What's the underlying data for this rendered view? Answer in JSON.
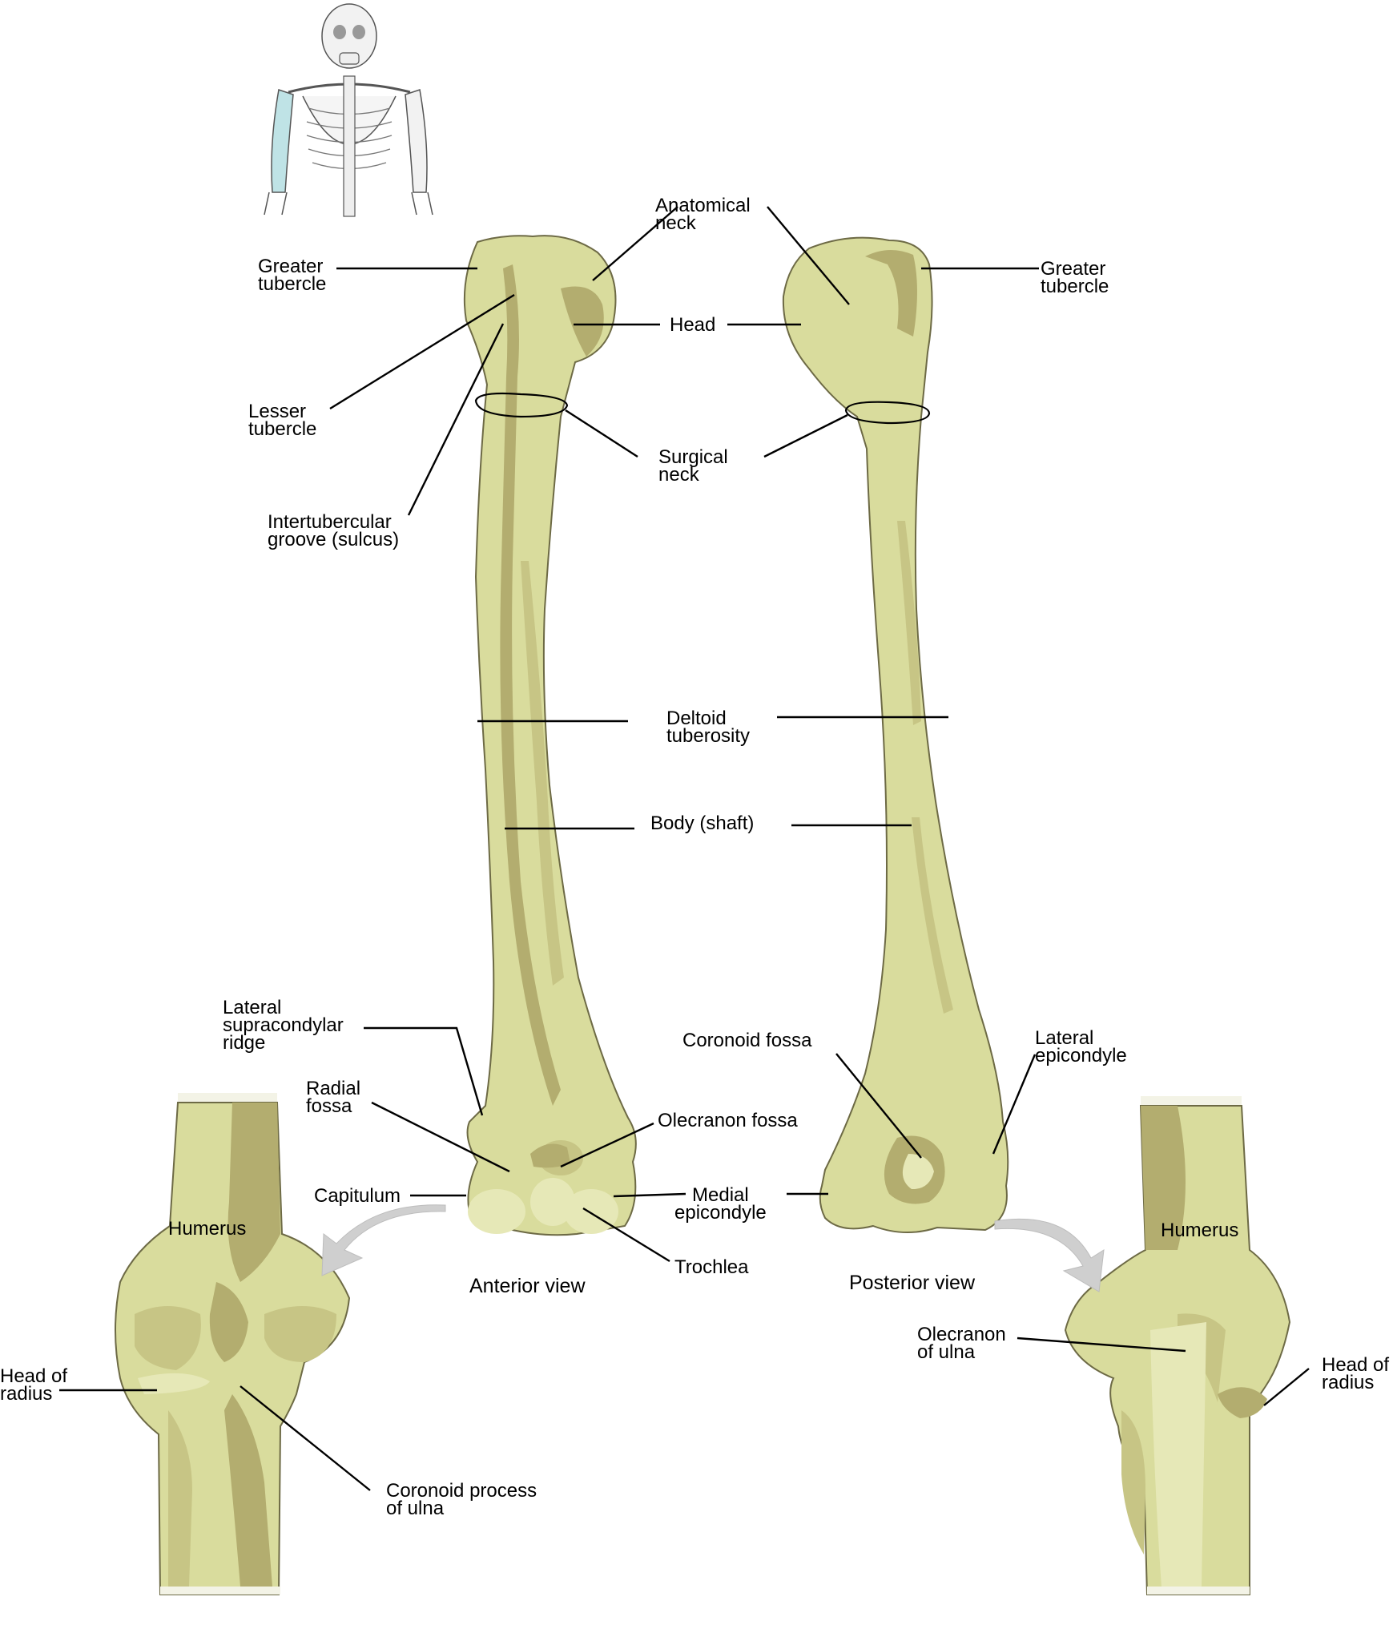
{
  "views": {
    "anterior": "Anterior view",
    "posterior": "Posterior view"
  },
  "labels": {
    "anatomical_neck": [
      "Anatomical",
      "neck"
    ],
    "greater_tubercle_left": [
      "Greater",
      "tubercle"
    ],
    "greater_tubercle_right": [
      "Greater",
      "tubercle"
    ],
    "head": [
      "Head"
    ],
    "lesser_tubercle": [
      "Lesser",
      "tubercle"
    ],
    "surgical_neck": [
      "Surgical",
      "neck"
    ],
    "intertubercular_groove": [
      "Intertubercular",
      "groove (sulcus)"
    ],
    "deltoid_tuberosity": [
      "Deltoid",
      "tuberosity"
    ],
    "body_shaft": [
      "Body (shaft)"
    ],
    "lateral_supracondylar_ridge": [
      "Lateral",
      "supracondylar",
      "ridge"
    ],
    "coronoid_fossa": [
      "Coronoid fossa"
    ],
    "lateral_epicondyle": [
      "Lateral",
      "epicondyle"
    ],
    "radial_fossa": [
      "Radial",
      "fossa"
    ],
    "olecranon_fossa": [
      "Olecranon fossa"
    ],
    "capitulum": [
      "Capitulum"
    ],
    "medial_epicondyle": [
      "Medial",
      "epicondyle"
    ],
    "trochlea": [
      "Trochlea"
    ],
    "humerus_left": [
      "Humerus"
    ],
    "humerus_right": [
      "Humerus"
    ],
    "olecranon_of_ulna": [
      "Olecranon",
      "of ulna"
    ],
    "head_of_radius_left": [
      "Head of",
      "radius"
    ],
    "head_of_radius_right": [
      "Head of",
      "radius"
    ],
    "coronoid_process": [
      "Coronoid process",
      "of ulna"
    ]
  },
  "colors": {
    "bone": "#d9dc9d",
    "bone_shadow": "#b3ad6f",
    "bone_outline": "#6d6a45",
    "highlight_humerus": "#bfe3e6",
    "arrow": "#cfcfcf",
    "leader": "#000000"
  },
  "icons": {
    "orientation_figure": "skeleton-thumbnail-icon",
    "rotation_arrow": "curved-arrow-icon"
  }
}
